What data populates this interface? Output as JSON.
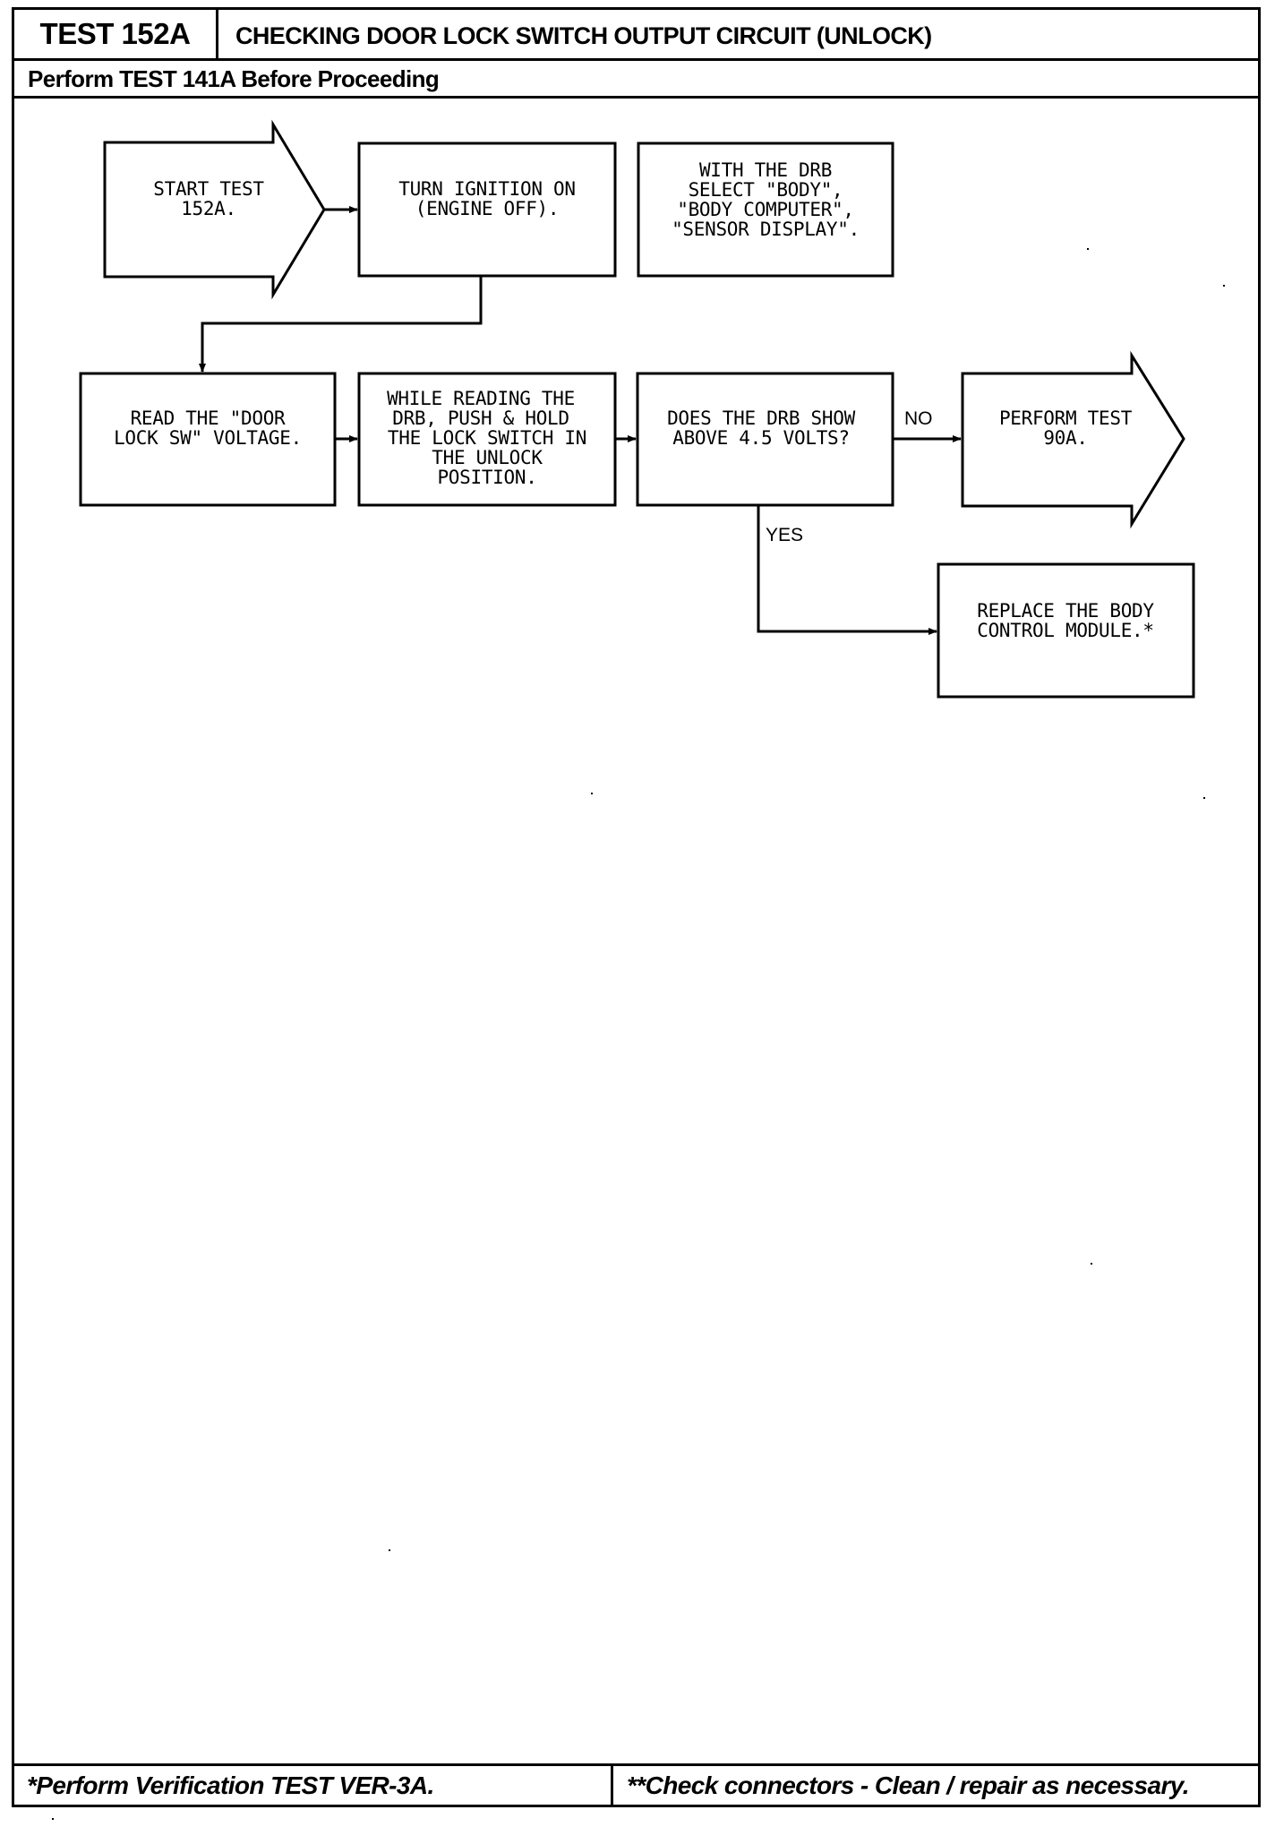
{
  "header": {
    "test_id": "TEST 152A",
    "title": "CHECKING DOOR LOCK SWITCH OUTPUT CIRCUIT (UNLOCK)",
    "prerequisite": "Perform TEST 141A Before Proceeding"
  },
  "flowchart": {
    "start": [
      "START TEST",
      "152A."
    ],
    "ignition_on": [
      "TURN IGNITION ON",
      "(ENGINE OFF)."
    ],
    "drb_select": [
      "WITH THE DRB",
      "SELECT \"BODY\",",
      "\"BODY COMPUTER\",",
      "\"SENSOR DISPLAY\"."
    ],
    "read_voltage": [
      "READ THE \"DOOR",
      "LOCK SW\" VOLTAGE."
    ],
    "push_hold": [
      "WHILE READING THE",
      "DRB, PUSH & HOLD",
      "THE LOCK SWITCH IN",
      "THE UNLOCK",
      "POSITION."
    ],
    "decision": [
      "DOES THE DRB SHOW",
      "ABOVE 4.5 VOLTS?"
    ],
    "perform_90a": [
      "PERFORM TEST",
      "90A."
    ],
    "replace_bcm": [
      "REPLACE THE BODY",
      "CONTROL MODULE.*"
    ],
    "label_no": "NO",
    "label_yes": "YES"
  },
  "footer": {
    "left": "*Perform Verification TEST VER-3A.",
    "right": "**Check connectors - Clean / repair as necessary."
  }
}
